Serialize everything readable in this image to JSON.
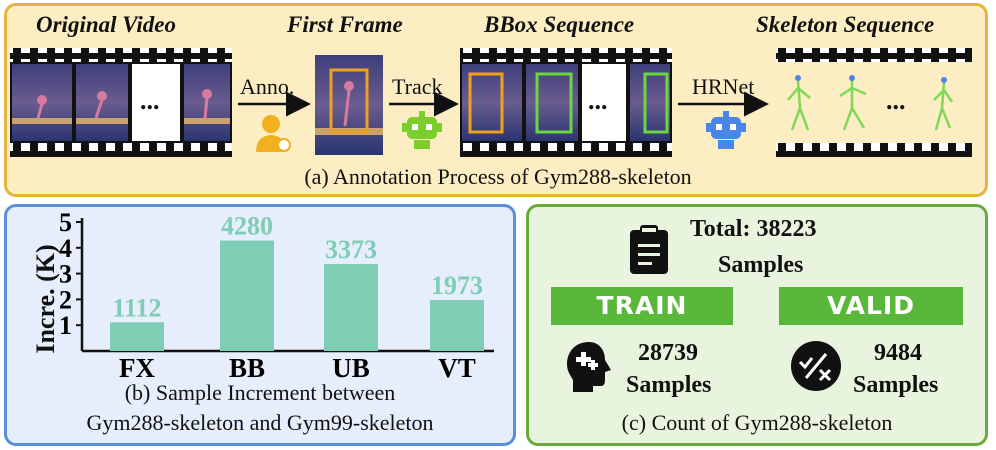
{
  "panel_a": {
    "stages": {
      "original_video": "Original Video",
      "first_frame": "First Frame",
      "bbox_sequence": "BBox Sequence",
      "skeleton_sequence": "Skeleton Sequence"
    },
    "arrows": {
      "annotate": "Anno.",
      "track": "Track",
      "hrnet": "HRNet"
    },
    "ellipsis": "...",
    "caption": "(a) Annotation Process of Gym288-skeleton",
    "colors": {
      "border": "#e6b43b",
      "background": "#fcedc2",
      "bbox_orange": "#f0a020",
      "bbox_green": "#6cd640",
      "skeleton": "#7ed957"
    },
    "icons": [
      "annotator-person-icon",
      "tracker-robot-icon",
      "hrnet-robot-icon"
    ]
  },
  "panel_b": {
    "caption_line1": "(b) Sample Increment between",
    "caption_line2": "Gym288-skeleton and Gym99-skeleton",
    "colors": {
      "border": "#5b8fd8",
      "background": "#e6eefc",
      "bar": "#7fcdb5"
    }
  },
  "panel_c": {
    "total_label": "Total: 38223",
    "total_unit": "Samples",
    "train_label": "TRAIN",
    "valid_label": "VALID",
    "train_count": "28739",
    "train_unit": "Samples",
    "valid_count": "9484",
    "valid_unit": "Samples",
    "caption": "(c) Count of Gym288-skeleton",
    "colors": {
      "border": "#6aaa3c",
      "background": "#e9f4de",
      "button": "#59b83a"
    },
    "icons": [
      "clipboard-icon",
      "brain-head-icon",
      "check-cross-icon"
    ]
  },
  "chart_data": {
    "type": "bar",
    "categories": [
      "FX",
      "BB",
      "UB",
      "VT"
    ],
    "values": [
      1.112,
      4.28,
      3.373,
      1.973
    ],
    "data_labels": [
      "1112",
      "4280",
      "3373",
      "1973"
    ],
    "ylabel": "Incre. (K)",
    "yticks": [
      "1",
      "2",
      "3",
      "4",
      "5"
    ],
    "ylim": [
      0,
      5
    ],
    "grid": false
  }
}
